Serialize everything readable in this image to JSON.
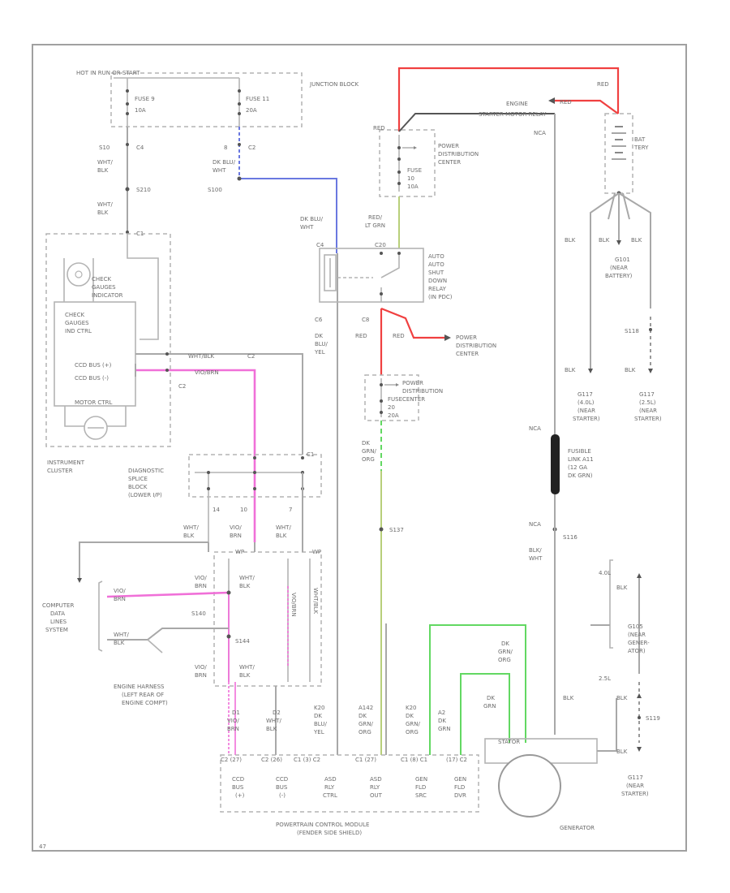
{
  "colors": {
    "border": "#a0a0a0",
    "wire_gray": "#a8a8a8",
    "wire_red": "#f04040",
    "wire_blue": "#6a78e0",
    "wire_pink": "#f070d8",
    "wire_green": "#62d862",
    "wire_dark": "#555555",
    "wire_olive": "#b8cf7a",
    "fusible_link": "#222222",
    "text": "#6b6b6b"
  },
  "labels": {
    "hot_run_start": "HOT IN RUN OR START",
    "junction_block": "JUNCTION BLOCK",
    "fuse9": "FUSE 9",
    "fuse9_amp": "10A",
    "fuse11": "FUSE 11",
    "fuse11_amp": "20A",
    "c4_left": "C4",
    "c4_num": "S10",
    "c2": "C2",
    "c2_num": "8",
    "wht_blk_1": "WHT/",
    "wht_blk_2": "BLK",
    "dk_blu_1": "DK BLU/",
    "dk_blu_2": "WHT",
    "s210": "S210",
    "s100": "S100",
    "wht_blk_3": "WHT/",
    "wht_blk_4": "BLK",
    "dk_blu_3": "DK BLU/",
    "dk_blu_4": "WHT",
    "c1_top": "C1",
    "check_gauges_ind_1": "CHECK",
    "check_gauges_ind_2": "GAUGES",
    "check_gauges_ind_3": "INDICATOR",
    "check_gauges_ctrl_1": "CHECK",
    "check_gauges_ctrl_2": "GAUGES",
    "check_gauges_ctrl_3": "IND CTRL",
    "ccd_bus_plus": "CCD BUS (+)",
    "ccd_bus_minus": "CCD BUS (-)",
    "motor_ctrl": "MOTOR CTRL",
    "wht_blk_ccd": "WHT/BLK",
    "vio_brn": "VIO/BRN",
    "c2_cluster": "C2",
    "instrument_cluster_1": "INSTRUMENT",
    "instrument_cluster_2": "CLUSTER",
    "red_top": "RED",
    "pdc_top_1": "POWER",
    "pdc_top_2": "DISTRIBUTION",
    "pdc_top_3": "CENTER",
    "fuse_pdc_1": "FUSE",
    "fuse_pdc_2": "10",
    "fuse_pdc_3": "10A",
    "engine_starter": "ENGINE",
    "starter_motor_relay": "STARTER MOTOR RELAY",
    "red_eng": "RED",
    "red_bat": "RED",
    "nca_top": "NCA",
    "bat_1": "BAT",
    "bat_2": "TERY",
    "red_lt_grn_1": "RED/",
    "red_lt_grn_2": "LT GRN",
    "c20": "C20",
    "c4_relay": "C4",
    "auto_relay_1": "AUTO",
    "auto_relay_2": "SHUT",
    "auto_relay_3": "DOWN",
    "auto_relay_4": "RELAY",
    "auto_relay_5": "(IN PDC)",
    "auto_relay_6": "AUTO",
    "c6": "C6",
    "c8": "C8",
    "dk_blu_yel_1": "DK",
    "dk_blu_yel_2": "BLU/",
    "dk_blu_yel_3": "YEL",
    "red_mid_1": "RED",
    "red_mid_2": "RED",
    "pdc_mid_1": "POWER",
    "pdc_mid_2": "DISTRIBUTION",
    "pdc_mid_3": "CENTER",
    "pdc_fuse_1": "POWER",
    "pdc_fuse_2": "DISTRIBUTION",
    "pdc_fuse_3": "CENTER",
    "fuse20_1": "FUSE",
    "fuse20_2": "20",
    "fuse20_3": "20A",
    "dk_grn_org_1": "DK",
    "dk_grn_org_2": "GRN/",
    "dk_grn_org_3": "ORG",
    "s137": "S137",
    "blk_1": "BLK",
    "blk_2": "BLK",
    "blk_3": "BLK",
    "g101_1": "G101",
    "g101_2": "(NEAR",
    "g101_3": "BATTERY)",
    "s118": "S118",
    "blk_4": "BLK",
    "blk_5": "BLK",
    "g117_l_1": "G117",
    "g117_l_2": "(4.0L)",
    "g117_l_3": "(NEAR",
    "g117_l_4": "STARTER)",
    "g117_r_1": "G117",
    "g117_r_2": "(2.5L)",
    "g117_r_3": "(NEAR",
    "g117_r_4": "STARTER)",
    "nca_mid": "NCA",
    "fusible_1": "FUSIBLE",
    "fusible_2": "LINK A11",
    "fusible_3": "(12 GA",
    "fusible_4": "DK GRN)",
    "nca_low": "NCA",
    "s116": "S116",
    "blk_wht_1": "BLK/",
    "blk_wht_2": "WHT",
    "diag_1": "DIAGNOSTIC",
    "diag_2": "SPLICE",
    "diag_3": "BLOCK",
    "diag_4": "(LOWER I/P)",
    "dsb_c1": "C1",
    "dsb_c2": "C2",
    "dsb_14": "14",
    "dsb_10": "10",
    "dsb_7": "7",
    "wht_blk_dsb_1": "WHT/",
    "wht_blk_dsb_2": "BLK",
    "vio_brn_dsb_1": "VIO/",
    "vio_brn_dsb_2": "BRN",
    "wht_blk_dsb_3": "WHT/",
    "wht_blk_dsb_4": "BLK",
    "wp_left": "WP",
    "wp_right": "WP",
    "cdl_1": "COMPUTER",
    "cdl_2": "DATA",
    "cdl_3": "LINES",
    "cdl_4": "SYSTEM",
    "vio_brn_cdl_1": "VIO/",
    "vio_brn_cdl_2": "BRN",
    "wht_blk_cdl_1": "WHT/",
    "wht_blk_cdl_2": "BLK",
    "s140": "S140",
    "s144": "S144",
    "vio_brn_h1_1": "VIO/",
    "vio_brn_h1_2": "BRN",
    "wht_blk_h1_1": "WHT/",
    "wht_blk_h1_2": "BLK",
    "vio_brn_h2_1": "VIO/",
    "vio_brn_h2_2": "BRN",
    "wht_blk_h2_1": "WHT/",
    "wht_blk_h2_2": "BLK",
    "vio_brn_v": "VIO/BRN",
    "wht_blk_v": "WHT/BLK",
    "eng_harn_1": "ENGINE HARNESS",
    "eng_harn_2": "(LEFT REAR OF",
    "eng_harn_3": "ENGINE COMPT)",
    "pcm_d1_1": "D1",
    "pcm_d1_2": "VIO/",
    "pcm_d1_3": "BRN",
    "pcm_d2_1": "D2",
    "pcm_d2_2": "WHT/",
    "pcm_d2_3": "BLK",
    "pcm_k20_1": "K20",
    "pcm_k20_2": "DK",
    "pcm_k20_3": "BLU/",
    "pcm_k20_4": "YEL",
    "pcm_a142_1": "A142",
    "pcm_a142_2": "DK",
    "pcm_a142_3": "GRN/",
    "pcm_a142_4": "ORG",
    "pcm_k20b_1": "K20",
    "pcm_k20b_2": "DK",
    "pcm_k20b_3": "GRN/",
    "pcm_k20b_4": "ORG",
    "pcm_a2_1": "A2",
    "pcm_a2_2": "DK",
    "pcm_a2_3": "GRN",
    "pcm_conn_1": "C2 (27)",
    "pcm_conn_2": "C2 (26)",
    "pcm_conn_3": "C1 (3) C2",
    "pcm_conn_4": "C1 (27)",
    "pcm_conn_5": "C1 (8) C1",
    "pcm_conn_6": "(17) C2",
    "pcm_f1_1": "CCD",
    "pcm_f1_2": "BUS",
    "pcm_f1_3": "(+)",
    "pcm_f2_1": "CCD",
    "pcm_f2_2": "BUS",
    "pcm_f2_3": "(-)",
    "pcm_f3_1": "ASD",
    "pcm_f3_2": "RLY",
    "pcm_f3_3": "CTRL",
    "pcm_f4_1": "ASD",
    "pcm_f4_2": "RLY",
    "pcm_f4_3": "OUT",
    "pcm_f5_1": "GEN",
    "pcm_f5_2": "FLD",
    "pcm_f5_3": "SRC",
    "pcm_f6_1": "GEN",
    "pcm_f6_2": "FLD",
    "pcm_f6_3": "DVR",
    "pcm_name_1": "POWERTRAIN CONTROL MODULE",
    "pcm_name_2": "(FENDER SIDE SHIELD)",
    "dk_grn_gen_1": "DK",
    "dk_grn_gen_2": "GRN/",
    "dk_grn_gen_3": "ORG",
    "dk_grn_gen_4": "DK",
    "dk_grn_gen_5": "GRN",
    "blk_gen": "BLK",
    "gen_top": "STATOR",
    "gen_label": "GENERATOR",
    "l40_top": "4.0L",
    "blk_g": "BLK",
    "g105_1": "G105",
    "g105_2": "(NEAR",
    "g105_3": "GENER-",
    "g105_4": "ATOR)",
    "l25": "2.5L",
    "blk_g2": "BLK",
    "s119": "S119",
    "blk_g3": "BLK",
    "g117_b_1": "G117",
    "g117_b_2": "(NEAR",
    "g117_b_3": "STARTER)",
    "fig_id": "47"
  }
}
